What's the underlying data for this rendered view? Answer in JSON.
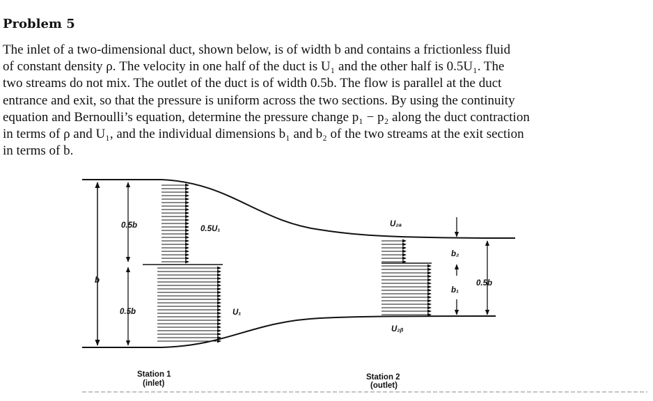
{
  "problem": {
    "title": "Problem 5",
    "lines": [
      "The inlet of a two-dimensional duct, shown below, is of width b and contains a frictionless fluid",
      "of constant density ρ. The velocity in one half of the duct is U₁ and the other half is 0.5U₁. The",
      "two streams do not mix. The outlet of the duct is of width 0.5b. The flow is parallel at the duct",
      "entrance and exit, so that the pressure is uniform across the two sections. By using the continuity",
      "equation and Bernoulli’s equation, determine the pressure change p₁ − p₂ along the duct contraction",
      "in terms of ρ and U₁, and the individual dimensions b₁ and b₂ of the two streams at the exit section",
      "in terms of b."
    ]
  },
  "figure": {
    "labels": {
      "inlet_top_half": "0.5b",
      "inlet_bottom_half": "0.5b",
      "inlet_width": "b",
      "upper_velocity": "0.5U₁",
      "lower_velocity": "U₁",
      "exit_upper_velocity": "U₂ₐ",
      "exit_lower_velocity": "U₂ᵦ",
      "exit_b2": "b₂",
      "exit_b1": "b₁",
      "exit_width": "0.5b",
      "station1_name": "Station 1",
      "station1_sub": "(inlet)",
      "station2_name": "Station 2",
      "station2_sub": "(outlet)"
    }
  }
}
